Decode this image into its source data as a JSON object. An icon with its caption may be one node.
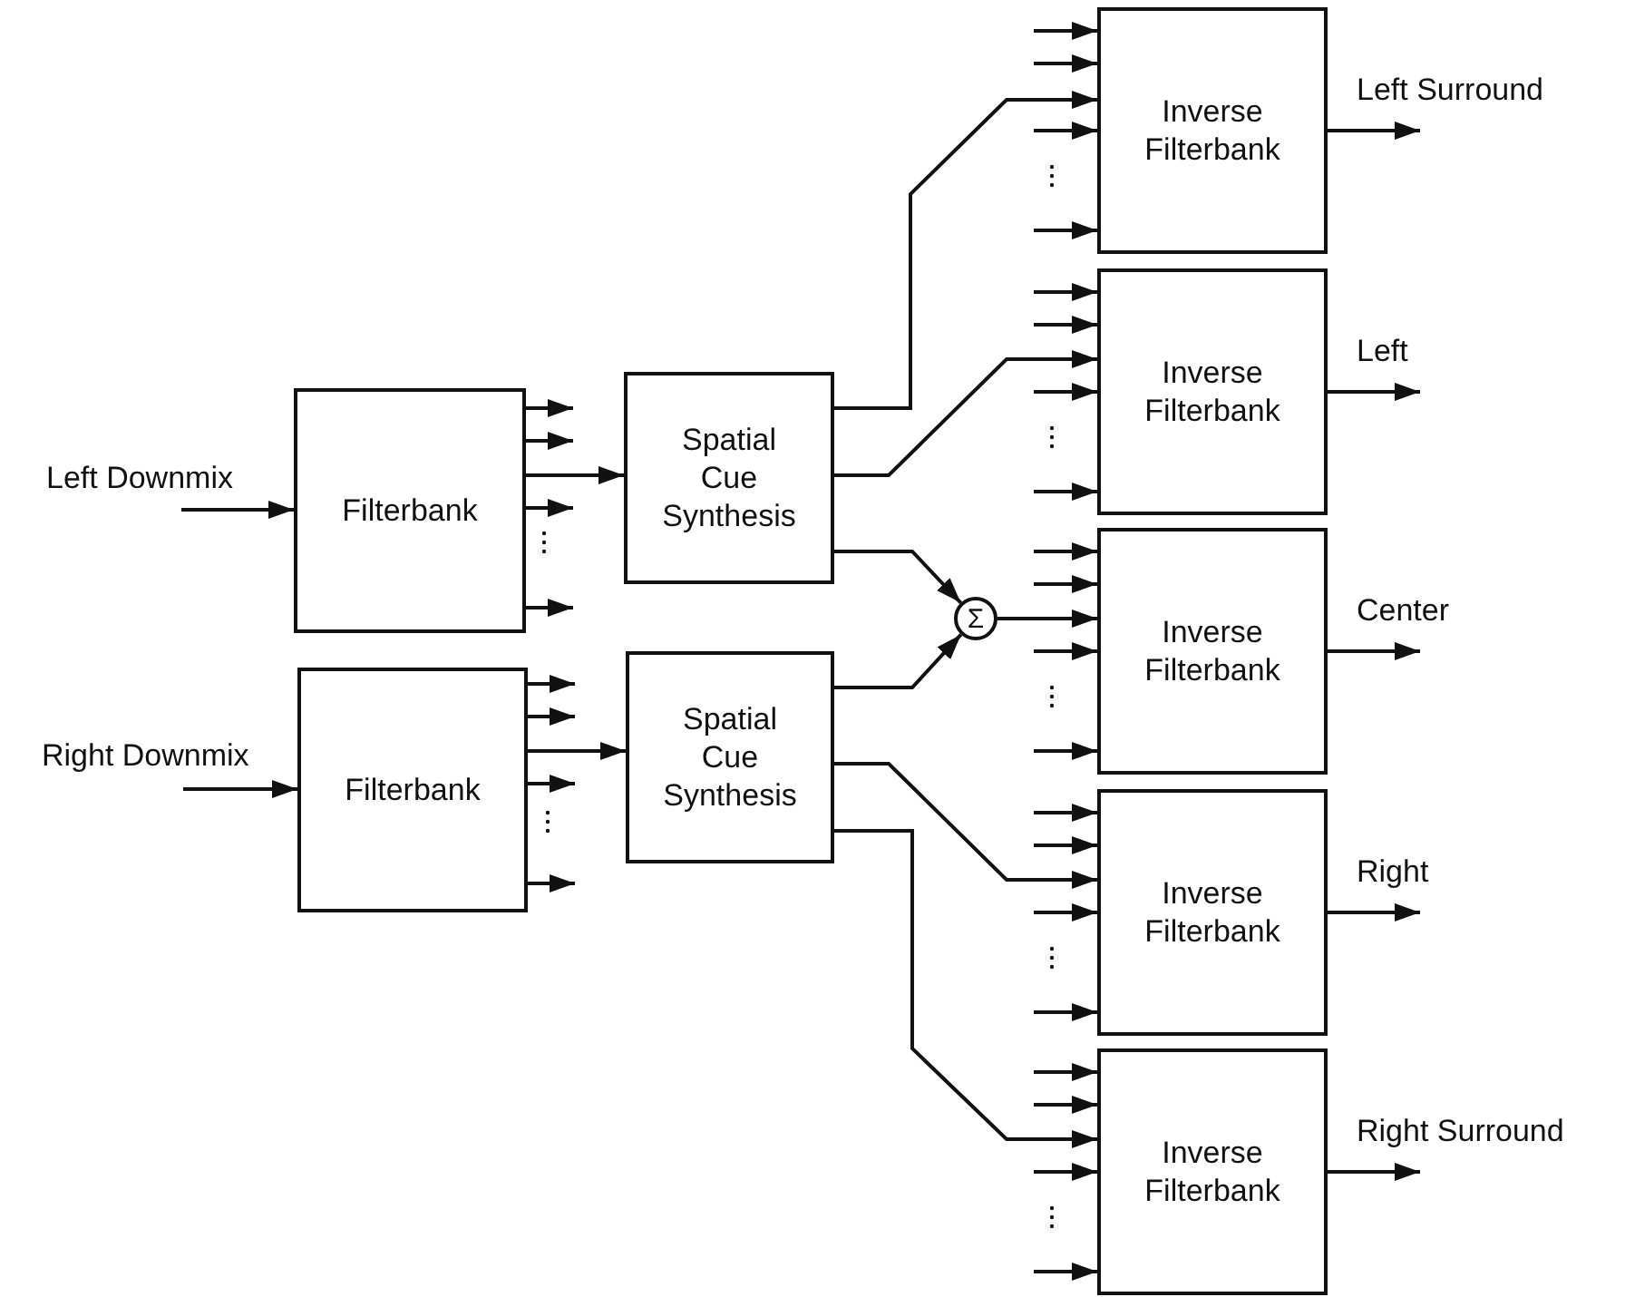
{
  "diagram": {
    "nodes": [
      {
        "text": [
          "Filterbank"
        ]
      },
      {
        "text": [
          "Filterbank"
        ]
      },
      {
        "text": [
          "Spatial Cue Synthesis"
        ]
      },
      {
        "text": [
          "Spatial Cue Synthesis"
        ]
      },
      {
        "text": [
          "Σ"
        ]
      },
      {
        "text": [
          "Inverse Filterbank"
        ]
      },
      {
        "text": [
          "Inverse Filterbank"
        ]
      },
      {
        "text": [
          "Inverse Filterbank"
        ]
      },
      {
        "text": [
          "Inverse Filterbank"
        ]
      },
      {
        "text": [
          "Inverse Filterbank"
        ]
      }
    ],
    "edges": [
      {
        "from": null,
        "to": 0,
        "arrow": "to",
        "label": "Left Downmix"
      },
      {
        "from": null,
        "to": 1,
        "arrow": "to",
        "label": "Right Downmix"
      },
      {
        "from": 0,
        "to": null,
        "arrow": "to"
      },
      {
        "from": 0,
        "to": null,
        "arrow": "to"
      },
      {
        "from": 0,
        "to": 2,
        "arrow": "to"
      },
      {
        "from": 0,
        "to": null,
        "arrow": "to"
      },
      {
        "from": 0,
        "to": null,
        "arrow": "to"
      },
      {
        "from": 1,
        "to": null,
        "arrow": "to"
      },
      {
        "from": 1,
        "to": null,
        "arrow": "to"
      },
      {
        "from": 1,
        "to": 3,
        "arrow": "to"
      },
      {
        "from": 1,
        "to": null,
        "arrow": "to"
      },
      {
        "from": 1,
        "to": null,
        "arrow": "to"
      },
      {
        "from": 2,
        "to": 5,
        "arrow": "to"
      },
      {
        "from": 2,
        "to": 6,
        "arrow": "to"
      },
      {
        "from": 2,
        "to": 4,
        "arrow": "to"
      },
      {
        "from": 3,
        "to": 4,
        "arrow": "to"
      },
      {
        "from": 3,
        "to": 8,
        "arrow": "to"
      },
      {
        "from": 3,
        "to": 9,
        "arrow": "to"
      },
      {
        "from": 4,
        "to": 7,
        "arrow": "to"
      },
      {
        "from": null,
        "to": 5,
        "arrow": "to"
      },
      {
        "from": null,
        "to": 5,
        "arrow": "to"
      },
      {
        "from": null,
        "to": 5,
        "arrow": "to"
      },
      {
        "from": null,
        "to": 5,
        "arrow": "to"
      },
      {
        "from": null,
        "to": 6,
        "arrow": "to"
      },
      {
        "from": null,
        "to": 6,
        "arrow": "to"
      },
      {
        "from": null,
        "to": 6,
        "arrow": "to"
      },
      {
        "from": null,
        "to": 6,
        "arrow": "to"
      },
      {
        "from": null,
        "to": 7,
        "arrow": "to"
      },
      {
        "from": null,
        "to": 7,
        "arrow": "to"
      },
      {
        "from": null,
        "to": 7,
        "arrow": "to"
      },
      {
        "from": null,
        "to": 7,
        "arrow": "to"
      },
      {
        "from": null,
        "to": 8,
        "arrow": "to"
      },
      {
        "from": null,
        "to": 8,
        "arrow": "to"
      },
      {
        "from": null,
        "to": 8,
        "arrow": "to"
      },
      {
        "from": null,
        "to": 8,
        "arrow": "to"
      },
      {
        "from": null,
        "to": 9,
        "arrow": "to"
      },
      {
        "from": null,
        "to": 9,
        "arrow": "to"
      },
      {
        "from": null,
        "to": 9,
        "arrow": "to"
      },
      {
        "from": null,
        "to": 9,
        "arrow": "to"
      },
      {
        "from": 5,
        "to": null,
        "arrow": "to",
        "label": "Left Surround"
      },
      {
        "from": 6,
        "to": null,
        "arrow": "to",
        "label": "Left"
      },
      {
        "from": 7,
        "to": null,
        "arrow": "to",
        "label": "Center"
      },
      {
        "from": 8,
        "to": null,
        "arrow": "to",
        "label": "Right"
      },
      {
        "from": 9,
        "to": null,
        "arrow": "to",
        "label": "Right Surround"
      }
    ]
  }
}
